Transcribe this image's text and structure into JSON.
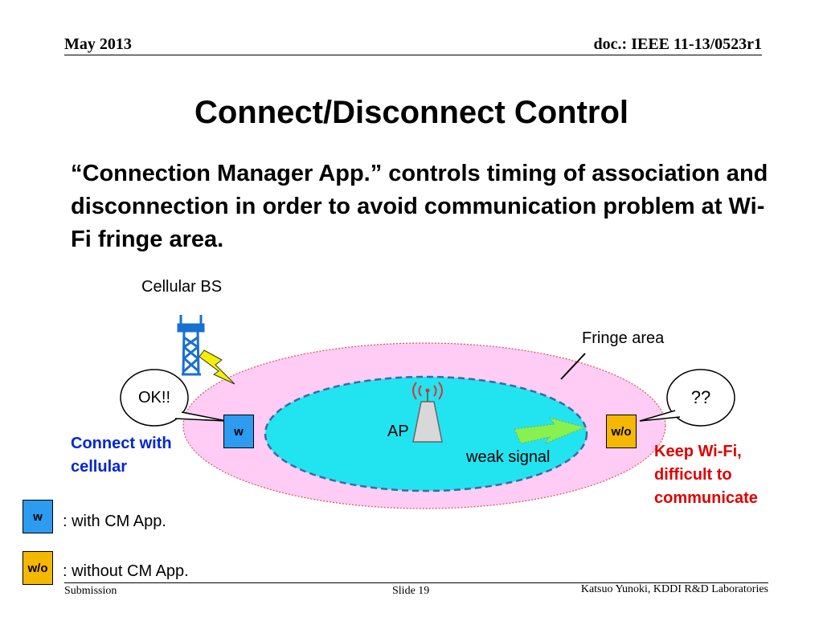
{
  "header": {
    "date": "May 2013",
    "doc": "doc.: IEEE 11-13/0523r1"
  },
  "title": "Connect/Disconnect Control",
  "body_text": "“Connection Manager App.” controls timing of association and disconnection in order to avoid communication problem at Wi-Fi fringe area.",
  "diagram": {
    "cellular_bs_label": "Cellular BS",
    "fringe_label": "Fringe area",
    "ap_label": "AP",
    "weak_signal_label": "weak signal",
    "left_bubble": "OK!!",
    "right_bubble": "??",
    "left_box": "w",
    "right_box": "w/o",
    "connect_line1": "Connect with",
    "connect_line2": "cellular",
    "keep_line1": "Keep Wi-Fi,",
    "keep_line2": "difficult to",
    "keep_line3": "communicate"
  },
  "legend": {
    "w_box": "w",
    "w_text": ": with CM App.",
    "wo_box": "w/o",
    "wo_text": ": without CM App."
  },
  "footer": {
    "left": "Submission",
    "center": "Slide 19",
    "right": "Katsuo Yunoki, KDDI R&D Laboratories"
  },
  "colors": {
    "fringe_fill": "#ffccf5",
    "ap_area_fill": "#22e4f0",
    "box_w": "#2d9bf0",
    "box_wo": "#f5b800",
    "blue_text": "#0026d6",
    "red_text": "#e00000"
  }
}
